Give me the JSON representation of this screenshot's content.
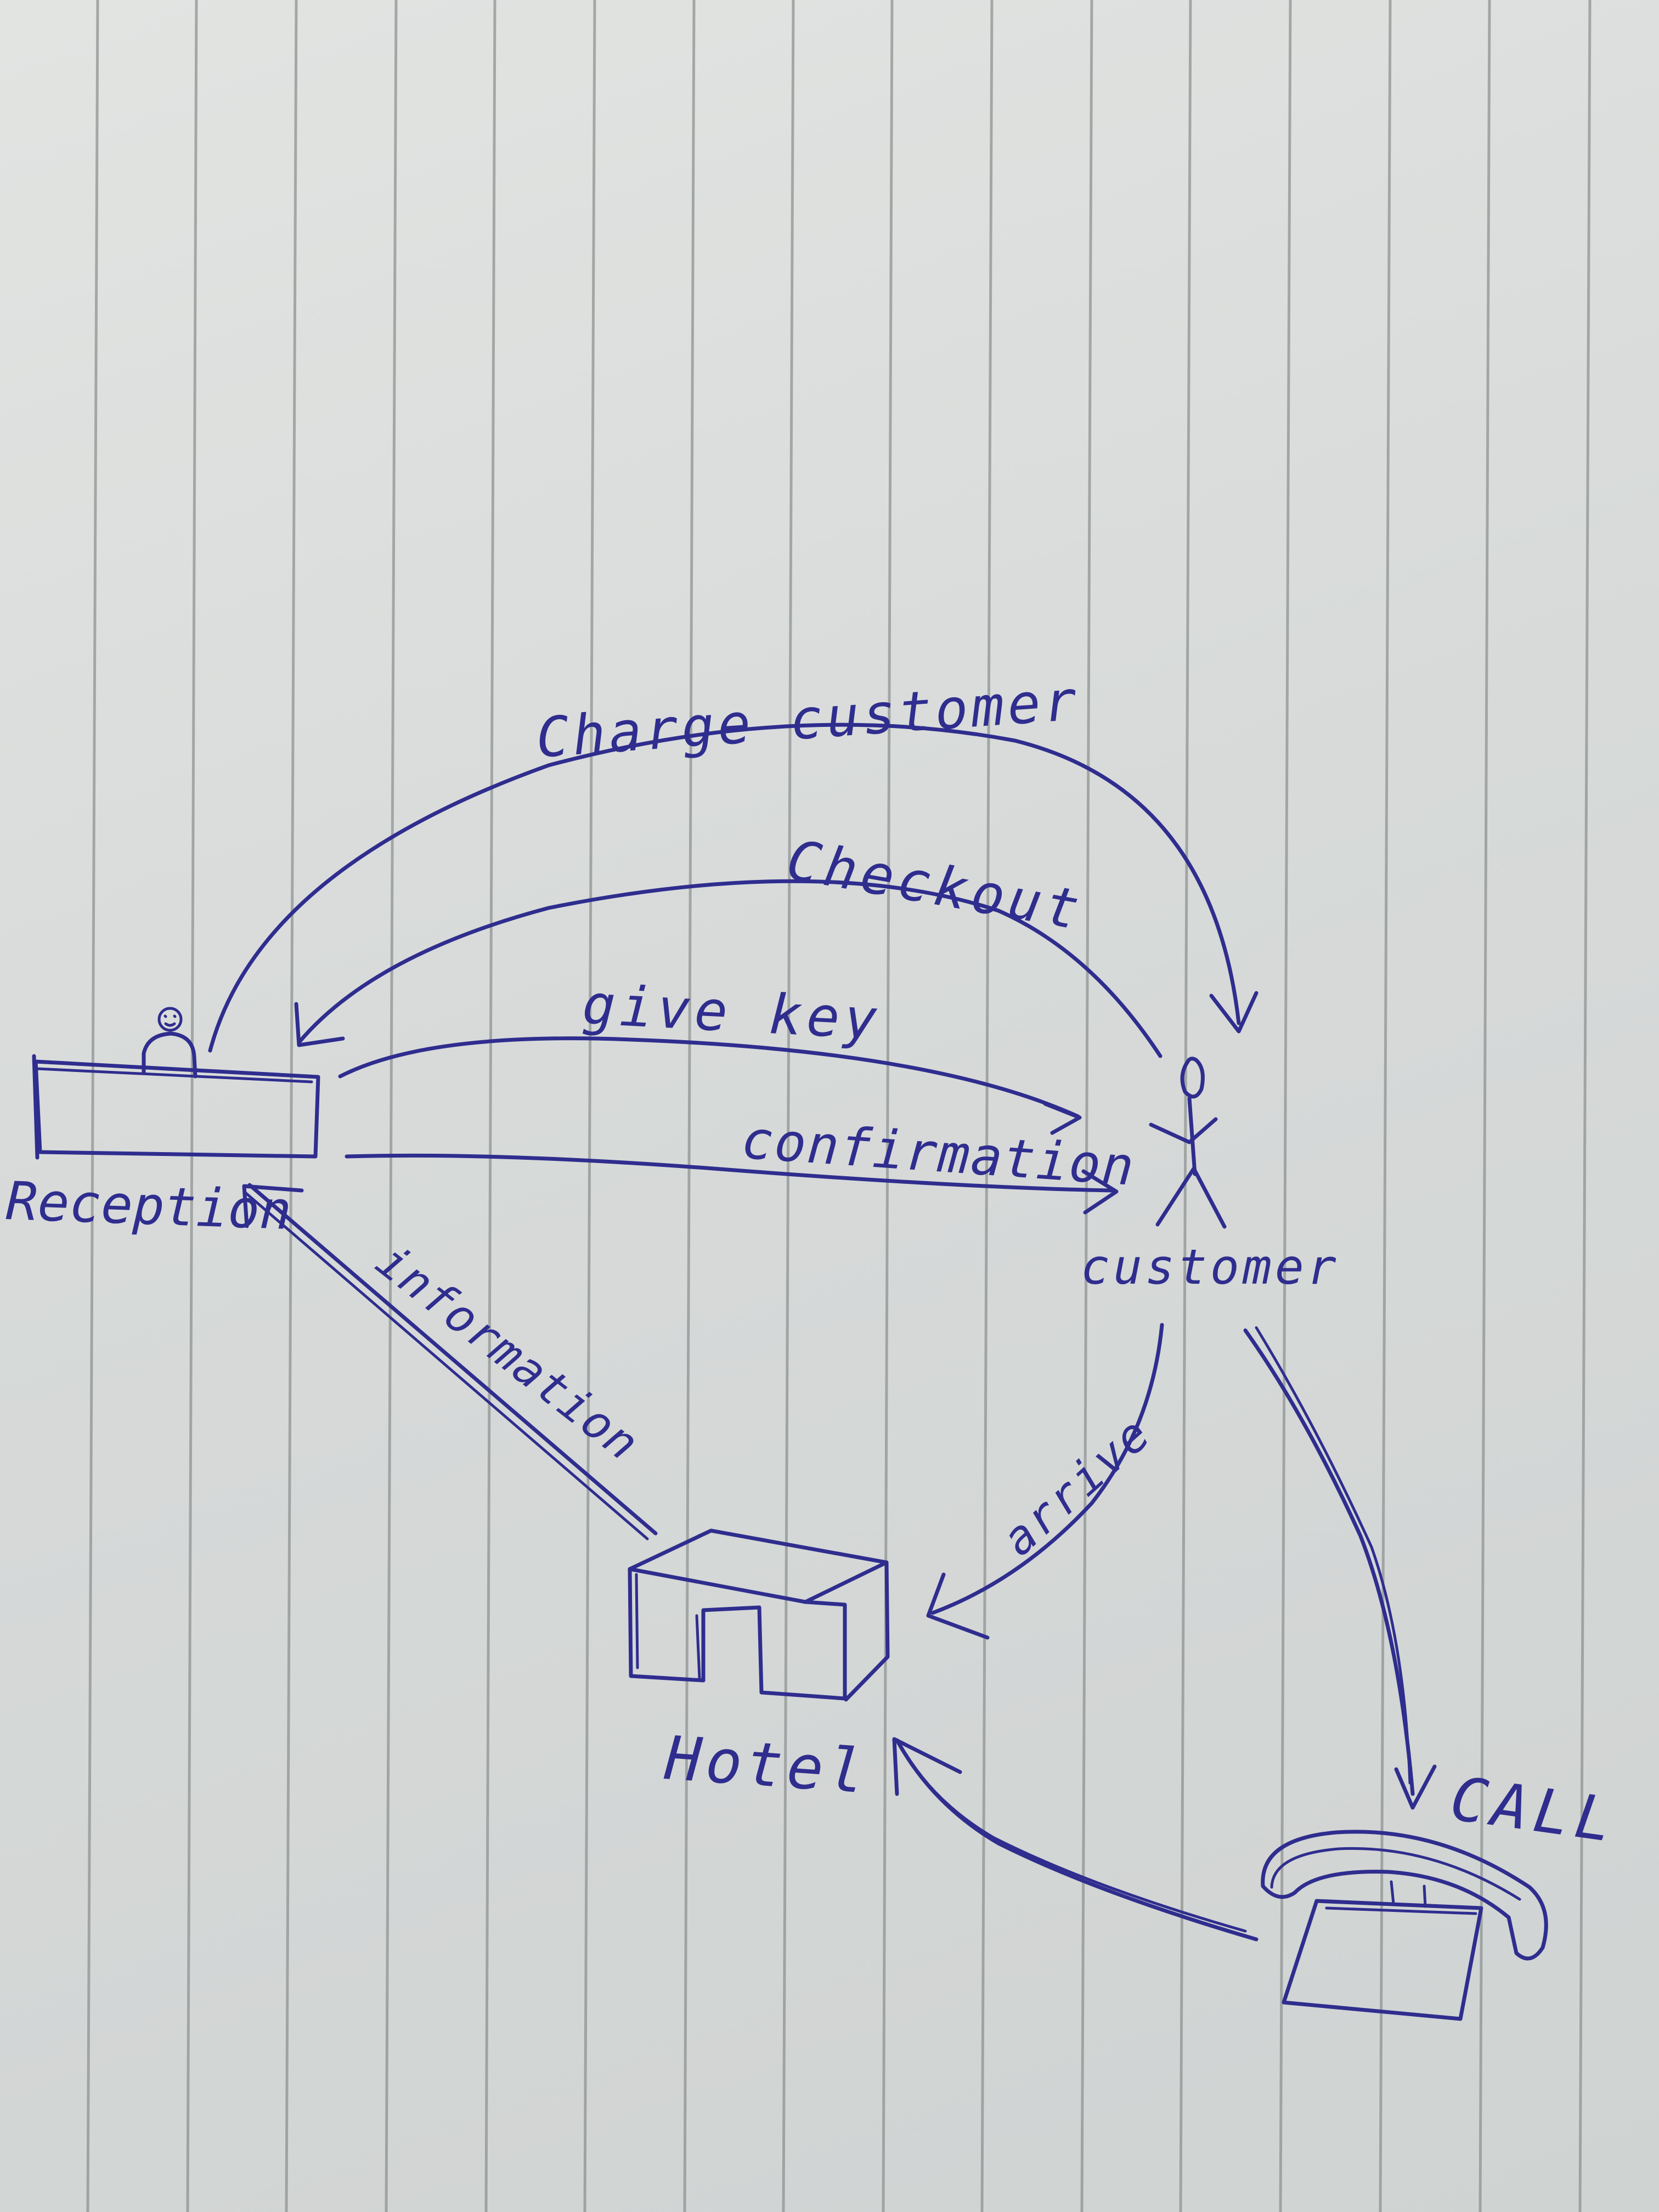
{
  "diagram": {
    "nodes": {
      "reception": {
        "label": "Reception"
      },
      "customer": {
        "label": "customer"
      },
      "hotel": {
        "label": "Hotel"
      },
      "phone": {
        "label": "CALL"
      }
    },
    "edges": {
      "charge_customer": {
        "label": "Charge customer",
        "from": "Reception",
        "to": "customer"
      },
      "checkout": {
        "label": "Checkout",
        "from": "customer",
        "to": "Reception"
      },
      "give_key": {
        "label": "give key",
        "from": "Reception",
        "to": "customer"
      },
      "confirmation": {
        "label": "confirmation",
        "from": "Reception",
        "to": "customer"
      },
      "information": {
        "label": "information",
        "from": "Hotel",
        "to": "Reception"
      },
      "arrive": {
        "label": "arrive",
        "from": "customer",
        "to": "Hotel"
      },
      "call": {
        "label": "",
        "from": "customer",
        "to": "CALL"
      },
      "phone_to_hotel": {
        "label": "",
        "from": "CALL",
        "to": "Hotel"
      }
    }
  },
  "colors": {
    "ink": "#2f2d8e",
    "paper": "#dcdfde",
    "rule": "#8f9493"
  }
}
